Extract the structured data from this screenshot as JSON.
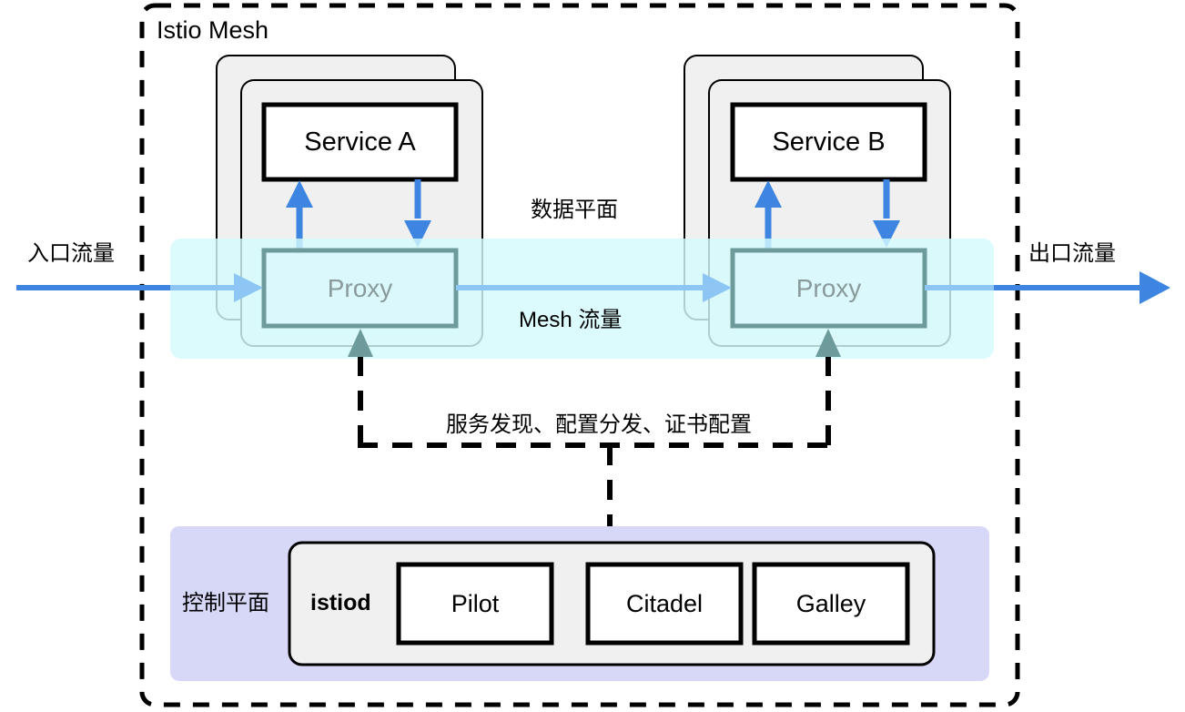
{
  "diagram": {
    "title": "Istio Mesh",
    "mesh_boundary_style": "dashed"
  },
  "colors": {
    "blue_solid": "#3d85e0",
    "blue_light": "#8dc5f5",
    "teal": "#6d9a9a",
    "teal_text": "#8ea6a6",
    "data_plane_band": "#d4fafc",
    "pod_fill": "#f0f0f0",
    "pod_border": "#000000",
    "control_plane_bg": "#d7d7f7",
    "istiod_fill": "#f0f0f0",
    "component_fill": "#ffffff",
    "mesh_border": "#000000"
  },
  "labels": {
    "ingress_traffic": "入口流量",
    "egress_traffic": "出口流量",
    "data_plane": "数据平面",
    "mesh_traffic": "Mesh 流量",
    "control_flow": "服务发现、配置分发、证书配置",
    "control_plane": "控制平面"
  },
  "pods": [
    {
      "id": "pod-a",
      "service_label": "Service A",
      "proxy_label": "Proxy"
    },
    {
      "id": "pod-b",
      "service_label": "Service B",
      "proxy_label": "Proxy"
    }
  ],
  "control_plane": {
    "group_label": "istiod",
    "components": [
      {
        "label": "Pilot"
      },
      {
        "label": "Citadel"
      },
      {
        "label": "Galley"
      }
    ]
  }
}
